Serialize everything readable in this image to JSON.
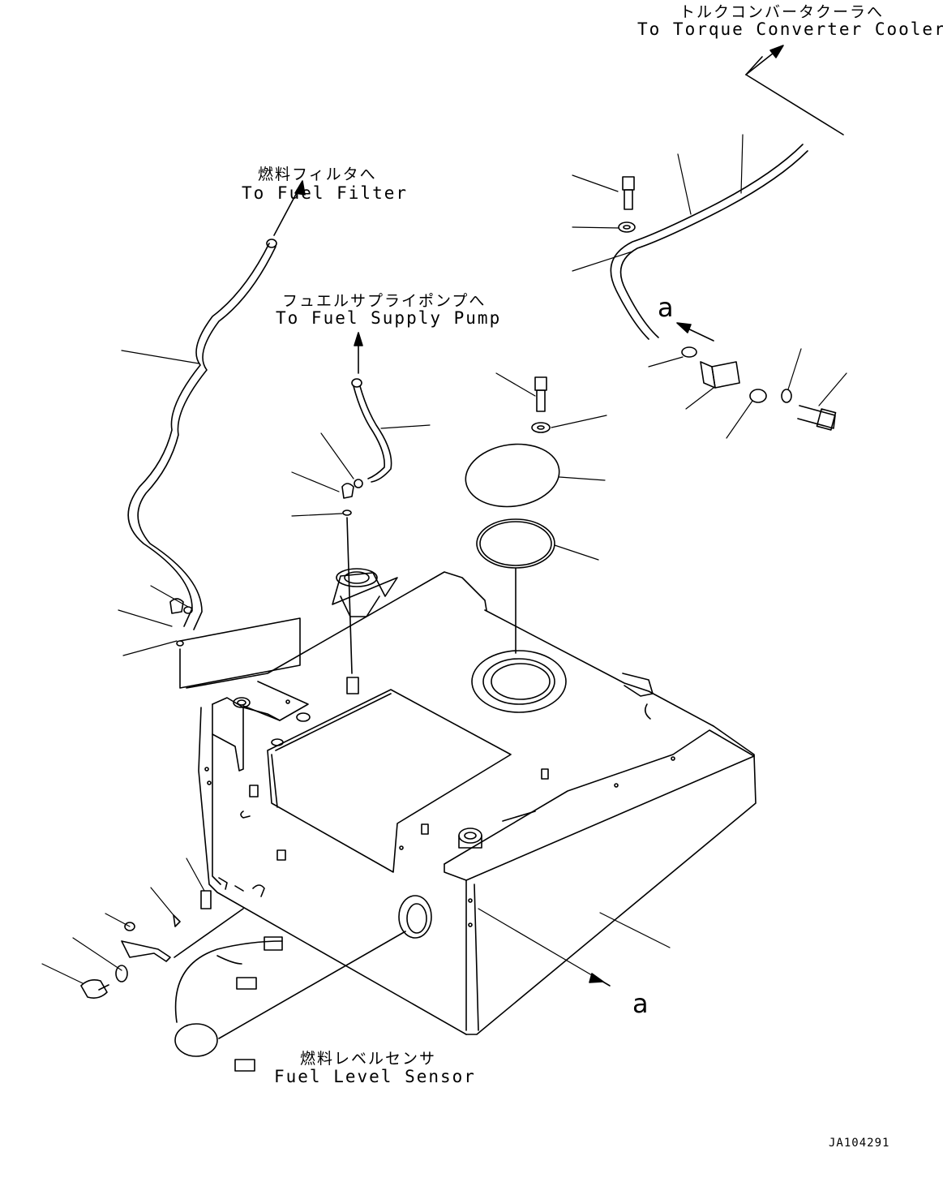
{
  "labels": {
    "torque_cooler_jp": "トルクコンバータクーラへ",
    "torque_cooler_en": "To Torque Converter Cooler",
    "fuel_filter_jp": "燃料フィルタへ",
    "fuel_filter_en": "To Fuel Filter",
    "supply_pump_jp": "フュエルサプライポンプへ",
    "supply_pump_en": "To Fuel Supply Pump",
    "level_sensor_jp": "燃料レベルセンサ",
    "level_sensor_en": "Fuel Level Sensor",
    "view_ref_top": "a",
    "view_ref_bottom": "a",
    "drawing_code": "JA104291"
  }
}
